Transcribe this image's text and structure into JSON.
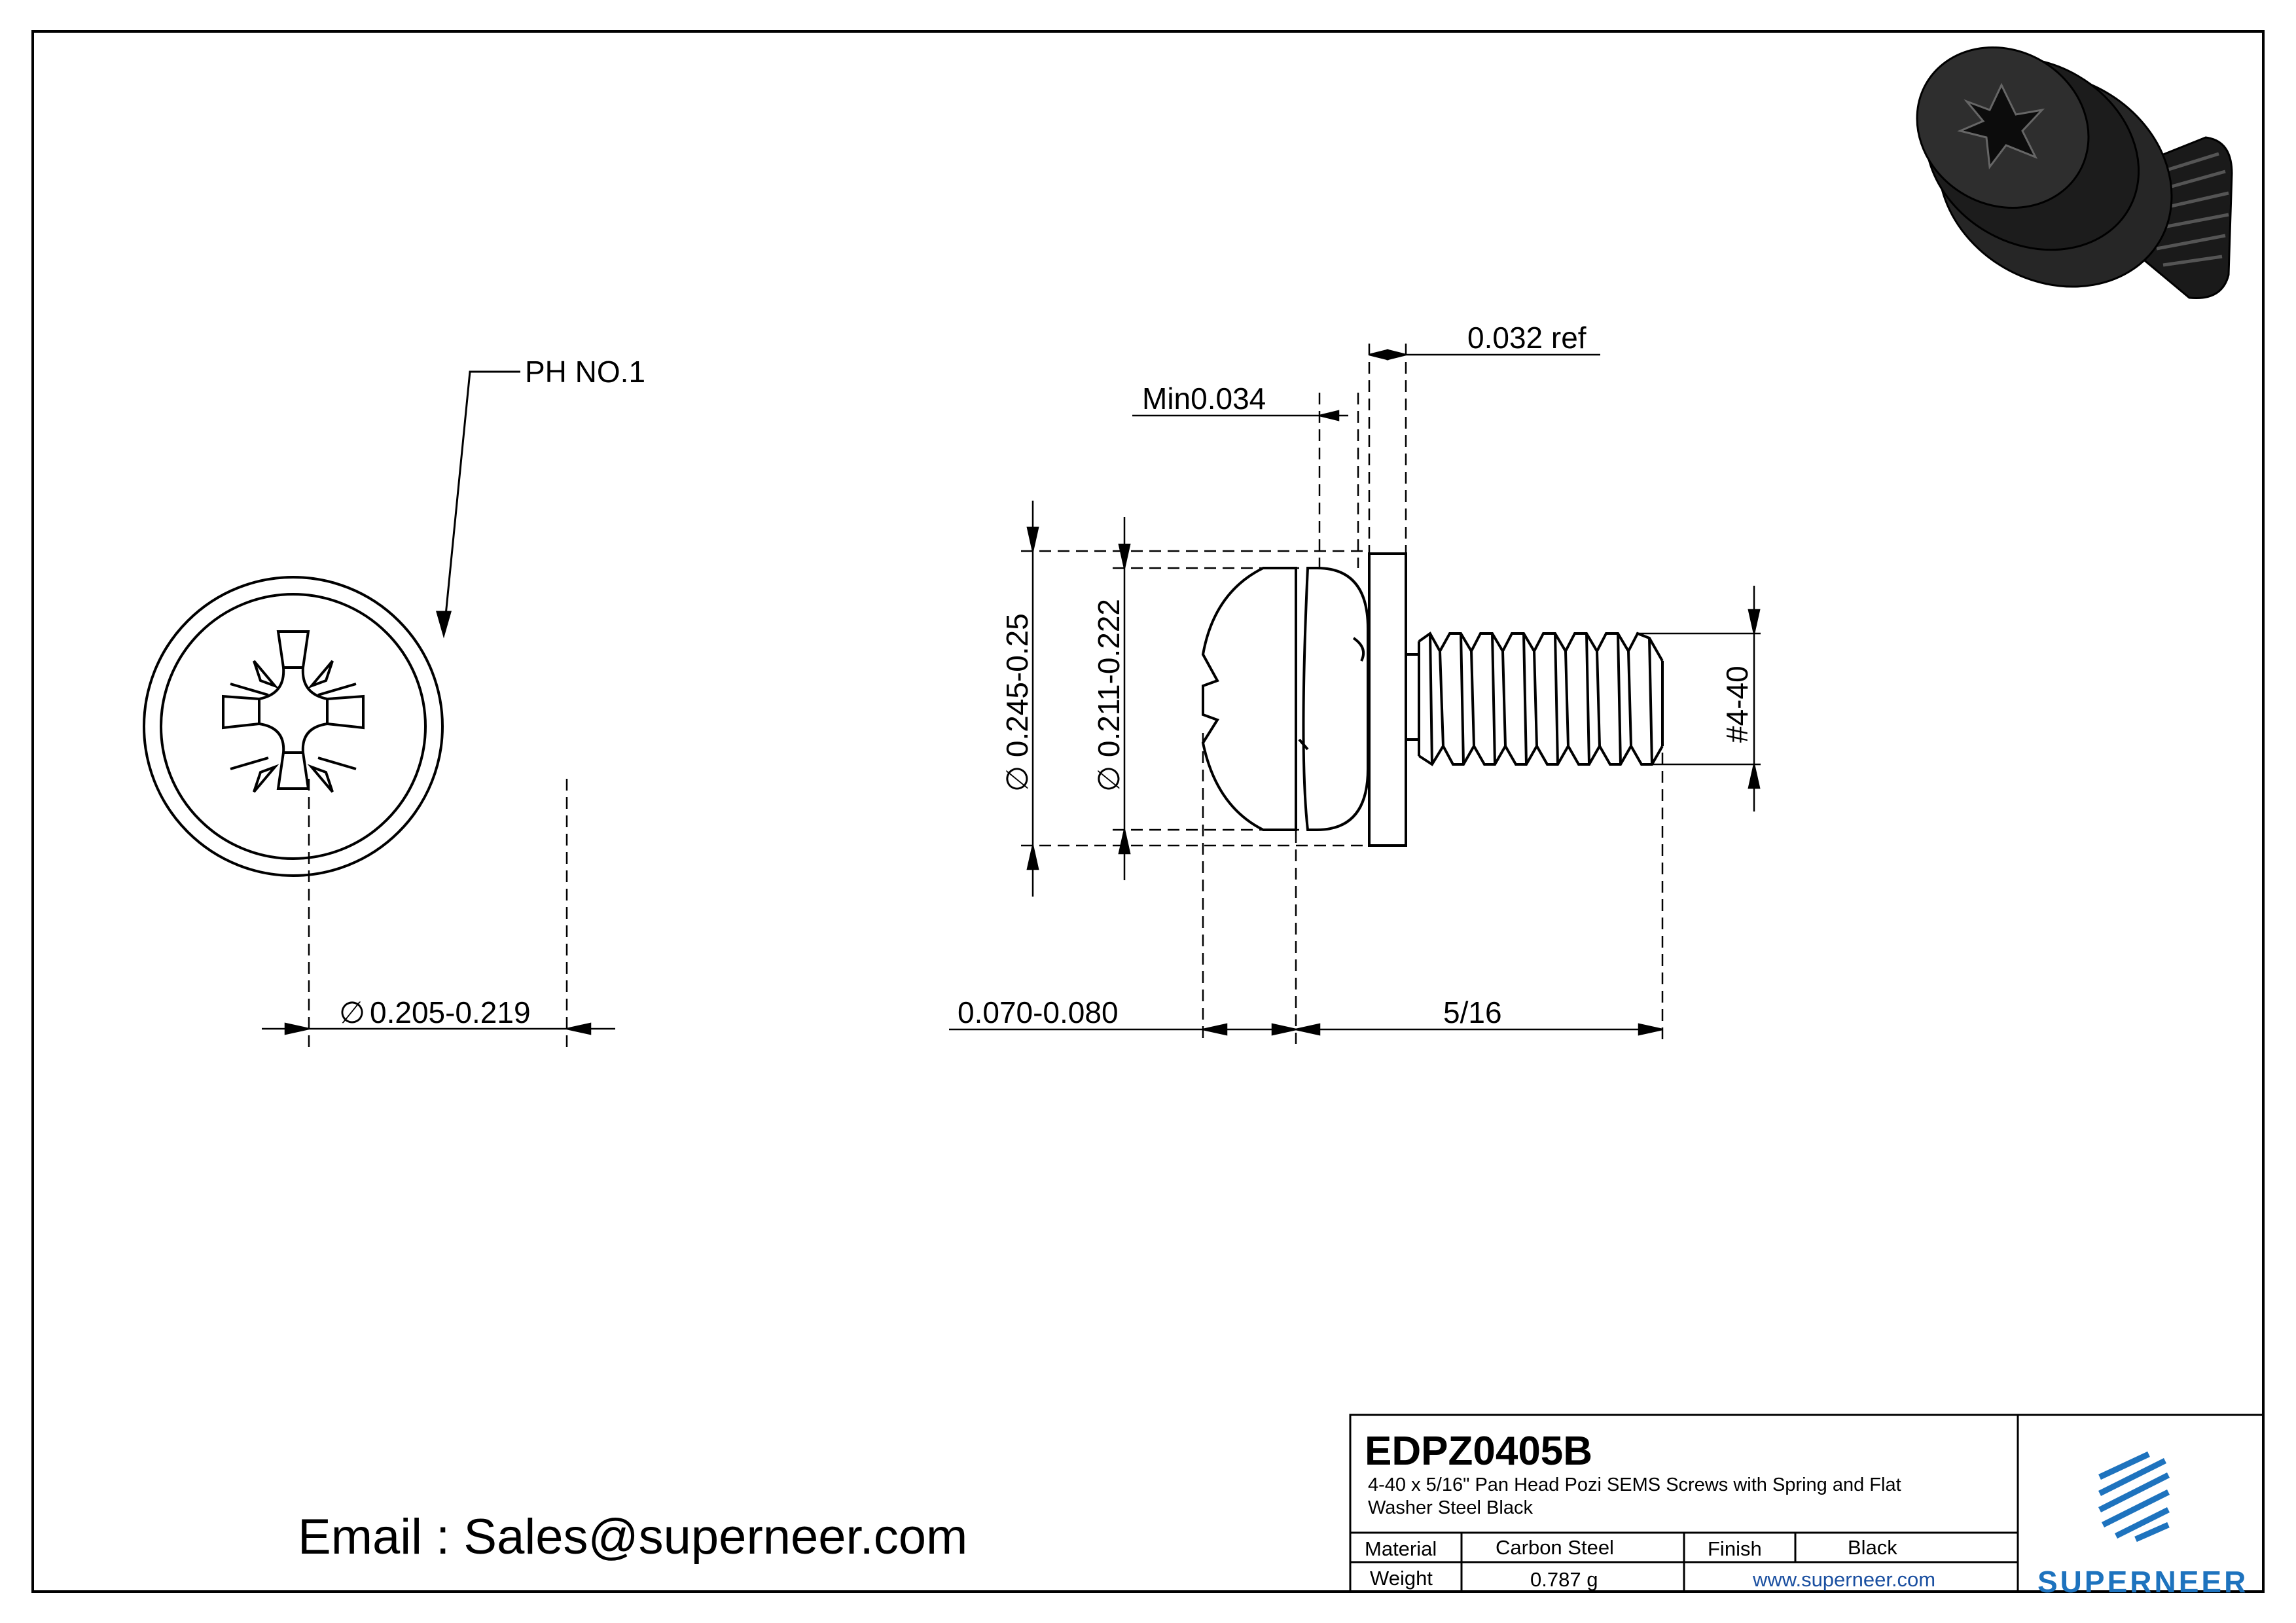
{
  "dimensions": {
    "drive": "PH NO.1",
    "recess_dia": "0.205-0.219",
    "head_dia": "0.245-0.25",
    "washer_dia": "0.211-0.222",
    "min_thickness": "Min0.034",
    "washer_ref": "0.032 ref",
    "thread": "#4-40",
    "head_height": "0.070-0.080",
    "length": "5/16"
  },
  "email": "Email : Sales@superneer.com",
  "title_block": {
    "part_number": "EDPZ0405B",
    "description": "4-40 x 5/16\" Pan Head Pozi SEMS Screws with Spring and Flat Washer Steel Black",
    "material_label": "Material",
    "material_value": "Carbon Steel",
    "finish_label": "Finish",
    "finish_value": "Black",
    "weight_label": "Weight",
    "weight_value": "0.787 g",
    "website": "www.superneer.com",
    "brand": "SUPERNEER"
  },
  "colors": {
    "brand": "#1e73be",
    "link": "#1a4fa0",
    "line": "#000000"
  }
}
